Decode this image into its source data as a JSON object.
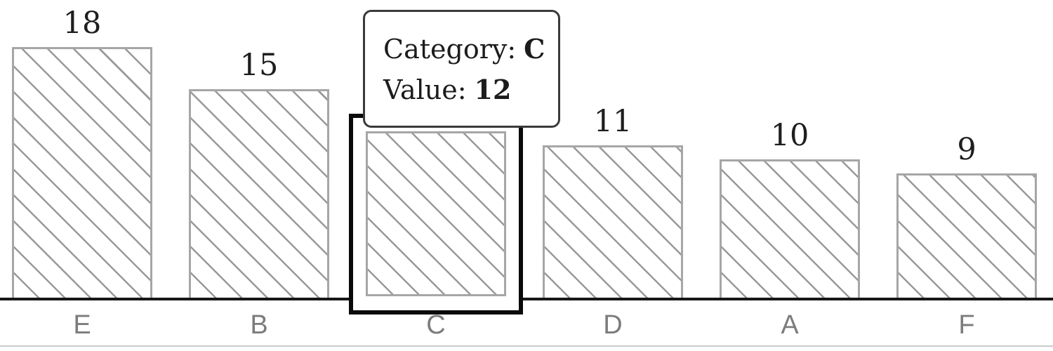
{
  "chart_data": {
    "type": "bar",
    "categories": [
      "E",
      "B",
      "C",
      "D",
      "A",
      "F"
    ],
    "values": [
      18,
      15,
      12,
      11,
      10,
      9
    ],
    "title": "",
    "xlabel": "",
    "ylabel": "",
    "ylim": [
      0,
      18
    ],
    "grid": false,
    "legend": false,
    "bar_style": "white fill with gray diagonal hatching, gray outline",
    "selected_category": "C",
    "selected_value": 12,
    "value_labels_shown": [
      "18",
      "15",
      "11",
      "10",
      "9"
    ],
    "annotations": [
      "selected bar C is outlined with a thick black rectangle and shows a tooltip instead of a value label"
    ]
  },
  "tooltip": {
    "category_label": "Category:",
    "category_value": "C",
    "value_label": "Value:",
    "value_value": "12"
  },
  "colors": {
    "background": "#ffffff",
    "bar_border": "#a6a6a6",
    "hatch": "#999999",
    "axis": "#171717",
    "selection_ring": "#0a0a0a",
    "value_label": "#1e1e1e",
    "category_label": "#7c7c7c",
    "tooltip_border": "#3a3a3a",
    "tooltip_text": "#1c1c1c",
    "divider": "#cacaca"
  }
}
